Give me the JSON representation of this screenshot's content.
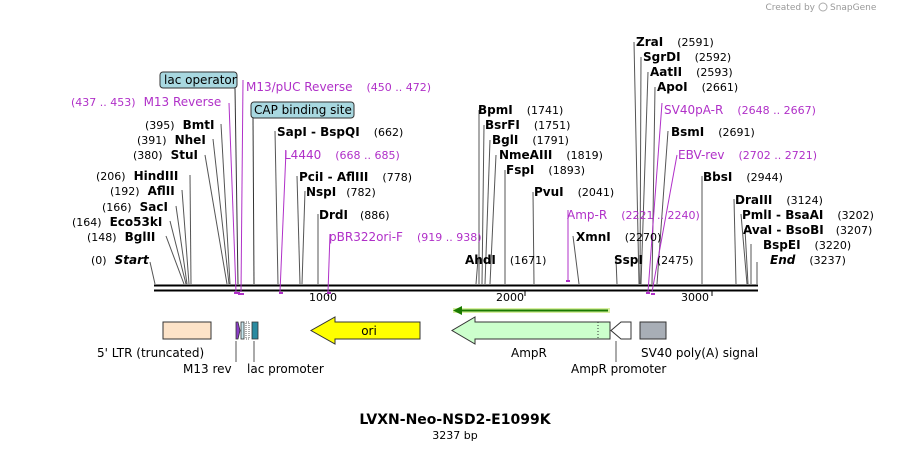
{
  "credit": {
    "prefix": "Created by",
    "brand": "SnapGene"
  },
  "title": "LVXN-Neo-NSD2-E1099K",
  "subtitle": "3237 bp",
  "ruler": [
    "1000",
    "2000",
    "3000"
  ],
  "sites": [
    {
      "name": "Start",
      "pos": "(0)"
    },
    {
      "name": "BglII",
      "pos": "(148)"
    },
    {
      "name": "Eco53kI",
      "pos": "(164)"
    },
    {
      "name": "SacI",
      "pos": "(166)"
    },
    {
      "name": "AflII",
      "pos": "(192)"
    },
    {
      "name": "HindIII",
      "pos": "(206)"
    },
    {
      "name": "StuI",
      "pos": "(380)"
    },
    {
      "name": "NheI",
      "pos": "(391)"
    },
    {
      "name": "BmtI",
      "pos": "(395)"
    },
    {
      "name": "SapI - BspQI",
      "pos": "(662)"
    },
    {
      "name": "PciI - AflIII",
      "pos": "(778)"
    },
    {
      "name": "NspI",
      "pos": "(782)"
    },
    {
      "name": "DrdI",
      "pos": "(886)"
    },
    {
      "name": "AhdI",
      "pos": "(1671)"
    },
    {
      "name": "BpmI",
      "pos": "(1741)"
    },
    {
      "name": "BsrFI",
      "pos": "(1751)"
    },
    {
      "name": "BglI",
      "pos": "(1791)"
    },
    {
      "name": "NmeAIII",
      "pos": "(1819)"
    },
    {
      "name": "FspI",
      "pos": "(1893)"
    },
    {
      "name": "PvuI",
      "pos": "(2041)"
    },
    {
      "name": "XmnI",
      "pos": "(2270)"
    },
    {
      "name": "SspI",
      "pos": "(2475)"
    },
    {
      "name": "ZraI",
      "pos": "(2591)"
    },
    {
      "name": "SgrDI",
      "pos": "(2592)"
    },
    {
      "name": "AatII",
      "pos": "(2593)"
    },
    {
      "name": "ApoI",
      "pos": "(2661)"
    },
    {
      "name": "BsmI",
      "pos": "(2691)"
    },
    {
      "name": "BbsI",
      "pos": "(2944)"
    },
    {
      "name": "DraIII",
      "pos": "(3124)"
    },
    {
      "name": "PmlI - BsaAI",
      "pos": "(3202)"
    },
    {
      "name": "AvaI - BsoBI",
      "pos": "(3207)"
    },
    {
      "name": "BspEI",
      "pos": "(3220)"
    },
    {
      "name": "End",
      "pos": "(3237)"
    }
  ],
  "primers": [
    {
      "name": "M13 Reverse",
      "range": "(437 .. 453)"
    },
    {
      "name": "M13/pUC Reverse",
      "range": "(450 .. 472)"
    },
    {
      "name": "L4440",
      "range": "(668 .. 685)"
    },
    {
      "name": "pBR322ori-F",
      "range": "(919 .. 938)"
    },
    {
      "name": "Amp-R",
      "range": "(2221 .. 2240)"
    },
    {
      "name": "SV40pA-R",
      "range": "(2648 .. 2667)"
    },
    {
      "name": "EBV-rev",
      "range": "(2702 .. 2721)"
    }
  ],
  "boxed_labels": [
    "lac operator",
    "CAP binding site"
  ],
  "features": [
    {
      "name": "5' LTR (truncated)",
      "color": "#fde3c8"
    },
    {
      "name": "M13 rev",
      "color": "#8a3ec6"
    },
    {
      "name": "lac promoter",
      "color": "#2a8aa0"
    },
    {
      "name": "ori",
      "color": "#ffff00"
    },
    {
      "name": "AmpR",
      "color": "#ccffcc"
    },
    {
      "name": "AmpR promoter",
      "color": "#ffffff"
    },
    {
      "name": "SV40 poly(A) signal",
      "color": "#a8aeb6"
    }
  ],
  "colors": {
    "primer": "#b030c8",
    "orf_arrow": "#1a7a00",
    "orf_bar": "#d8f0a0",
    "label_box": "#a8d8e0"
  }
}
